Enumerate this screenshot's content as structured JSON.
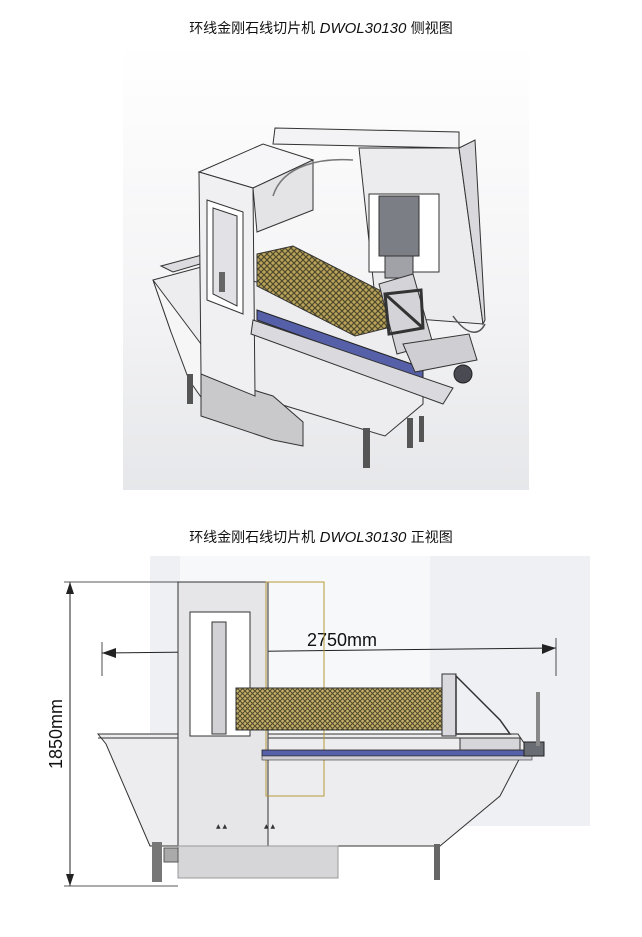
{
  "captions": {
    "side": {
      "prefix": "环线金刚石线切片机 ",
      "model": "DWOL30130",
      "suffix": " 侧视图"
    },
    "front": {
      "prefix": "环线金刚石线切片机 ",
      "model": "DWOL30130",
      "suffix": " 正视图"
    }
  },
  "dimensions": {
    "length": "2750mm",
    "height": "1850mm"
  },
  "colors": {
    "frame": "#e9e9eb",
    "frame_edge": "#3a3a3a",
    "base_dark": "#cfcfd2",
    "rail_blue": "#5660a8",
    "ingot": "#b9a35a",
    "ingot_dark": "#4f4a2c"
  }
}
